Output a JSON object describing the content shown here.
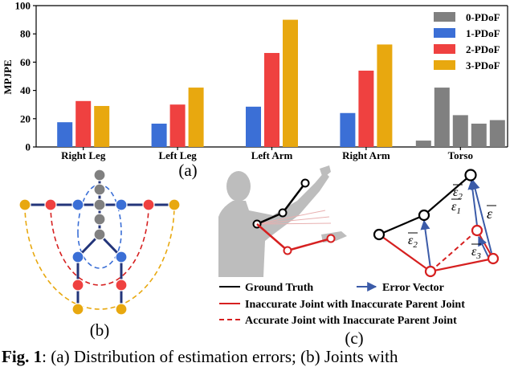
{
  "chart_data": {
    "type": "bar",
    "categories": [
      "Right Leg",
      "Left Leg",
      "Left Arm",
      "Right Arm",
      "Torso"
    ],
    "ylabel": "MPJPE",
    "ylim": [
      0,
      100
    ],
    "yticks": [
      0,
      20,
      40,
      60,
      80,
      100
    ],
    "grid": false,
    "legend_position": "top-right",
    "series": [
      {
        "name": "0-PDoF",
        "color": "#808080",
        "values": [
          null,
          null,
          null,
          null,
          null
        ]
      },
      {
        "name": "1-PDoF",
        "color": "#3b6fd6",
        "values": [
          17.5,
          16.5,
          28.5,
          24,
          null
        ]
      },
      {
        "name": "2-PDoF",
        "color": "#ef4140",
        "values": [
          32.5,
          30,
          66.5,
          54,
          null
        ]
      },
      {
        "name": "3-PDoF",
        "color": "#e8a80f",
        "values": [
          29,
          42,
          90,
          72.5,
          null
        ]
      }
    ],
    "torso_values": [
      4.5,
      42,
      22.5,
      16.5,
      19
    ],
    "panel_label": "(a)"
  },
  "figure_b": {
    "panel_label": "(b)"
  },
  "figure_c": {
    "panel_label": "(c)",
    "legend": {
      "ground_truth": "Ground Truth",
      "error_vector": "Error Vector",
      "inaccurate_joint": "Inaccurate Joint with Inaccurate Parent Joint",
      "accurate_joint": "Accurate Joint with Inaccurate Parent Joint"
    },
    "labels": {
      "eps": "ε",
      "eps1": "ε",
      "eps1_sub": "1",
      "eps2a": "ε",
      "eps2a_sub": "2",
      "eps2b": "ε",
      "eps2b_sub": "2",
      "eps3": "ε",
      "eps3_sub": "3"
    },
    "colors": {
      "black": "#000000",
      "red": "#d62020",
      "blue": "#3b5ba8",
      "silhouette": "#b8b8b8"
    }
  },
  "caption": {
    "lead": "Fig. 1",
    "text": ": (a) Distribution of estimation errors; (b) Joints with"
  }
}
